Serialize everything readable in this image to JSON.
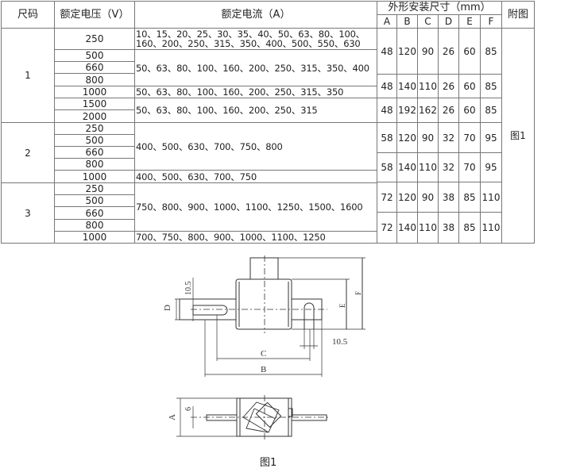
{
  "table": {
    "headers": {
      "size": "尺码",
      "voltage": "额定电压（V）",
      "current": "额定电流（A）",
      "dims": "外形安装尺寸（mm）",
      "dim_cols": [
        "A",
        "B",
        "C",
        "D",
        "E",
        "F"
      ],
      "figure": "附图"
    },
    "sizes": [
      "1",
      "2",
      "3"
    ],
    "voltages": [
      "250",
      "500",
      "660",
      "800",
      "1000",
      "1500",
      "2000",
      "250",
      "500",
      "660",
      "800",
      "1000",
      "250",
      "500",
      "660",
      "800",
      "1000"
    ],
    "currents": [
      "10、15、20、25、30、35、40、50、63、80、100、\n160、200、250、315、350、400、500、550、630",
      "50、63、80、100、160、200、250、315、350、400",
      "50、63、80、100、160、200、250、315、350",
      "50、63、80、100、160、200、250、315",
      "400、500、630、700、750、800",
      "400、500、630、700、750",
      "750、800、900、1000、1100、1250、1500、1600",
      "700、750、800、900、1000、1100、1250"
    ],
    "dims": [
      [
        "48",
        "120",
        "90",
        "26",
        "60",
        "85"
      ],
      [
        "48",
        "140",
        "110",
        "26",
        "60",
        "85"
      ],
      [
        "48",
        "192",
        "162",
        "26",
        "60",
        "85"
      ],
      [
        "58",
        "120",
        "90",
        "32",
        "70",
        "95"
      ],
      [
        "58",
        "140",
        "110",
        "32",
        "70",
        "95"
      ],
      [
        "72",
        "120",
        "90",
        "38",
        "85",
        "110"
      ],
      [
        "72",
        "140",
        "110",
        "38",
        "85",
        "110"
      ]
    ],
    "figure_ref": "图1"
  },
  "drawing": {
    "labels": {
      "d": "D",
      "a": "A",
      "b": "B",
      "c": "C",
      "e": "E",
      "f": "F",
      "slot_left": "10.5",
      "slot_right": "10.5",
      "six": "6"
    },
    "caption": "图1"
  }
}
